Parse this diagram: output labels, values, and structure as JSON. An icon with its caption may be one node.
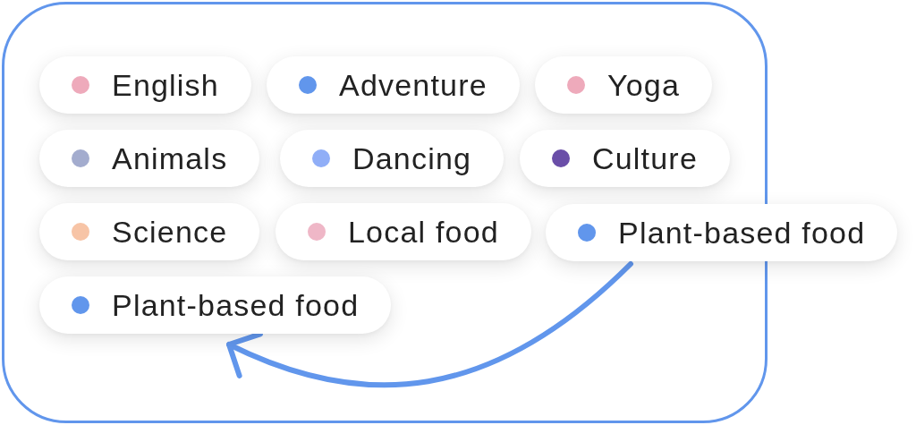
{
  "diagram": {
    "nodes": [
      {
        "text": [],
        "shape": "box"
      },
      {
        "text": [
          "English"
        ],
        "in": 0
      },
      {
        "text": [
          "Adventure"
        ],
        "in": 0
      },
      {
        "text": [
          "Yoga"
        ],
        "in": 0
      },
      {
        "text": [
          "Animals"
        ],
        "in": 0
      },
      {
        "text": [
          "Dancing"
        ],
        "in": 0
      },
      {
        "text": [
          "Culture"
        ],
        "in": 0
      },
      {
        "text": [
          "Science"
        ],
        "in": 0
      },
      {
        "text": [
          "Local food"
        ],
        "in": 0
      },
      {
        "text": [
          "Plant-based food"
        ]
      },
      {
        "text": [
          "Plant-based food"
        ],
        "in": 0
      }
    ],
    "edges": [
      {
        "from": 9,
        "to": 10,
        "arrow": "to"
      }
    ]
  }
}
